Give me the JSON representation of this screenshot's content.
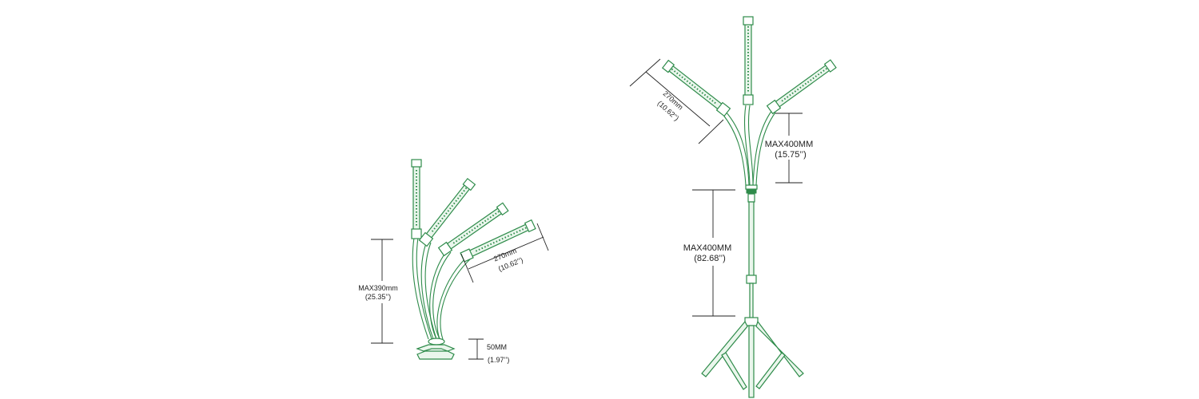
{
  "colors": {
    "background": "#ffffff",
    "lamp_outline": "#2e8b4a",
    "lamp_fill": "#eaf6ec",
    "dimension_line": "#222222",
    "text": "#222222"
  },
  "clip_lamp": {
    "arm_count": 4,
    "height_label": "MAX390mm",
    "height_label_inch": "(25.35’’)",
    "bar_length_label": "270mm",
    "bar_length_label_inch": "(10.62’’)",
    "clip_label": "50MM",
    "clip_label_inch": "(1.97’’)"
  },
  "tripod_lamp": {
    "arm_count": 3,
    "bar_length_label": "270mm",
    "bar_length_label_inch": "(10.62’’)",
    "gooseneck_label": "MAX400MM",
    "gooseneck_label_inch": "(15.75’’)",
    "stand_label": "MAX400MM",
    "stand_label_inch": "(82.68’’)"
  }
}
